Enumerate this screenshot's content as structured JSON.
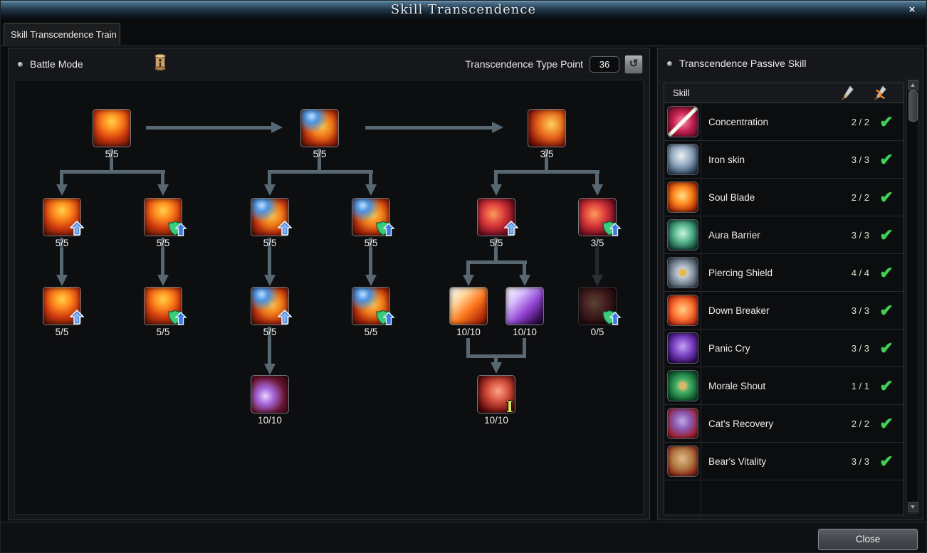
{
  "window": {
    "title": "Skill Transcendence",
    "close_glyph": "×"
  },
  "tab": {
    "label": "Skill Transcendence Train"
  },
  "battle": {
    "header": "Battle Mode",
    "points_label": "Transcendence Type Point",
    "points_value": "36",
    "reset_glyph": "↺"
  },
  "tree": {
    "nodes": [
      {
        "icon": "fury",
        "level": "5/5",
        "badge": "none"
      },
      {
        "icon": "blue-fury",
        "level": "5/5",
        "badge": "none"
      },
      {
        "icon": "punch",
        "level": "3/5",
        "badge": "none"
      },
      {
        "icon": "fury",
        "level": "5/5",
        "badge": "arrow"
      },
      {
        "icon": "fury",
        "level": "5/5",
        "badge": "shield-arrow"
      },
      {
        "icon": "blue-fury",
        "level": "5/5",
        "badge": "arrow"
      },
      {
        "icon": "blue-fury",
        "level": "5/5",
        "badge": "shield-arrow"
      },
      {
        "icon": "claw",
        "level": "5/5",
        "badge": "arrow"
      },
      {
        "icon": "claw",
        "level": "3/5",
        "badge": "shield-arrow"
      },
      {
        "icon": "fury",
        "level": "5/5",
        "badge": "arrow"
      },
      {
        "icon": "fury",
        "level": "5/5",
        "badge": "shield-arrow"
      },
      {
        "icon": "blue-fury",
        "level": "5/5",
        "badge": "arrow"
      },
      {
        "icon": "blue-fury",
        "level": "5/5",
        "badge": "shield-arrow"
      },
      {
        "icon": "slash-orange",
        "level": "10/10",
        "badge": "none"
      },
      {
        "icon": "slash-purple",
        "level": "10/10",
        "badge": "none"
      },
      {
        "icon": "claw",
        "level": "0/5",
        "badge": "shield-arrow",
        "dimmed": true
      },
      {
        "icon": "swirl-purple",
        "level": "10/10",
        "badge": "none"
      },
      {
        "icon": "swirl-red",
        "level": "10/10",
        "badge": "roman",
        "roman_glyph": "I"
      }
    ]
  },
  "passive": {
    "header": "Transcendence Passive Skill",
    "column_header": "Skill",
    "check_glyph": "✔",
    "rows": [
      {
        "icon": "concentration",
        "name": "Concentration",
        "count": "2 / 2",
        "checked": true
      },
      {
        "icon": "iron-skin",
        "name": "Iron skin",
        "count": "3 / 3",
        "checked": true
      },
      {
        "icon": "soul-blade",
        "name": "Soul Blade",
        "count": "2 / 2",
        "checked": true
      },
      {
        "icon": "aura-barrier",
        "name": "Aura Barrier",
        "count": "3 / 3",
        "checked": true
      },
      {
        "icon": "piercing-shield",
        "name": "Piercing Shield",
        "count": "4 / 4",
        "checked": true
      },
      {
        "icon": "down-breaker",
        "name": "Down Breaker",
        "count": "3 / 3",
        "checked": true
      },
      {
        "icon": "panic-cry",
        "name": "Panic Cry",
        "count": "3 / 3",
        "checked": true
      },
      {
        "icon": "morale-shout",
        "name": "Morale Shout",
        "count": "1 / 1",
        "checked": true
      },
      {
        "icon": "cats-recovery",
        "name": "Cat's Recovery",
        "count": "2 / 2",
        "checked": true
      },
      {
        "icon": "bears-vitality",
        "name": "Bear's Vitality",
        "count": "3 / 3",
        "checked": true
      }
    ]
  },
  "footer": {
    "close_label": "Close"
  }
}
